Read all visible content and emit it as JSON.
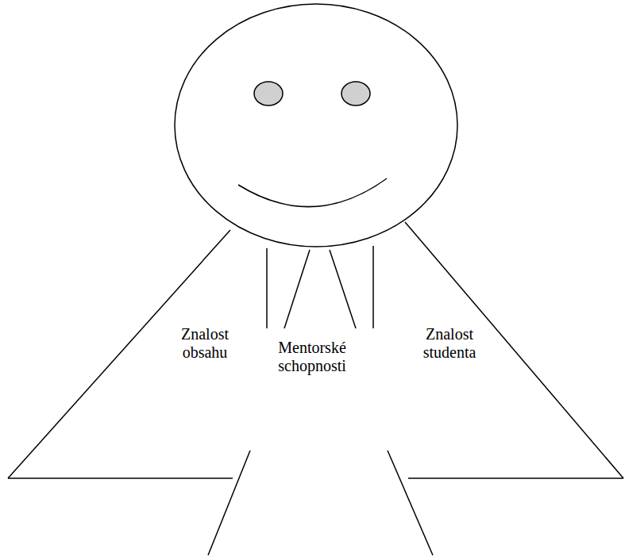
{
  "diagram": {
    "labels": [
      "Znalost obsahu",
      "Mentorské schopnosti",
      "Znalost studenta"
    ]
  }
}
